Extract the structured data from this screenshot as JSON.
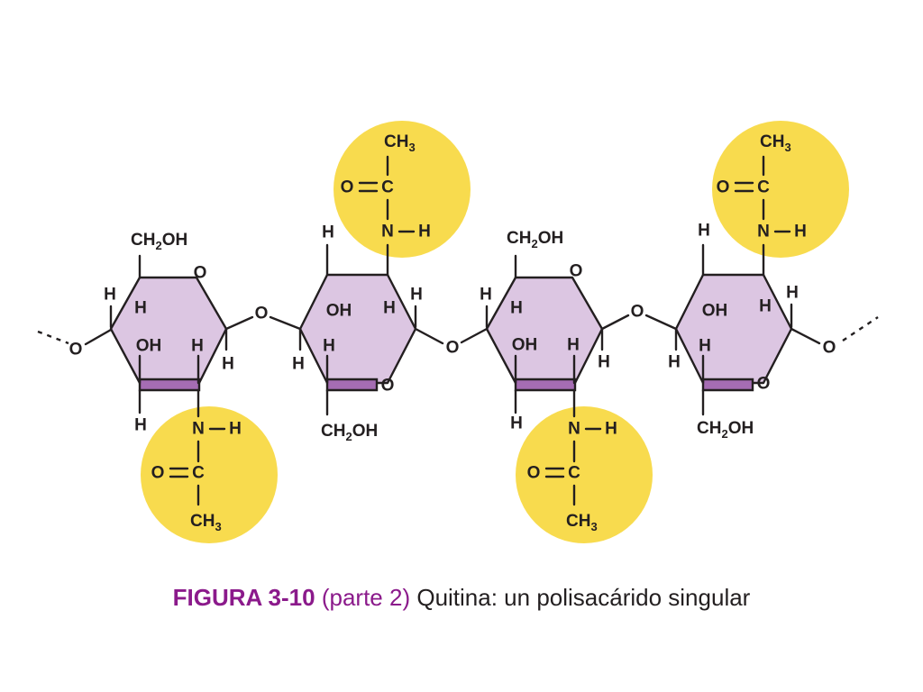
{
  "caption": {
    "figure": "FIGURA 3-10",
    "part": "(parte 2)",
    "text": "Quitina: un polisacárido singular"
  },
  "labels": {
    "ch2oh_main": "CH",
    "ch2oh_sub": "2",
    "ch2oh_end": "OH",
    "ch3_main": "CH",
    "ch3_sub": "3",
    "oh": "OH",
    "h": "H",
    "o": "O",
    "n": "N",
    "c": "C"
  },
  "colors": {
    "ring_fill": "#dcc6e2",
    "ring_edge": "#a56db3",
    "acetyl_circle": "#f8db4e",
    "caption_accent": "#8b1a8b"
  }
}
